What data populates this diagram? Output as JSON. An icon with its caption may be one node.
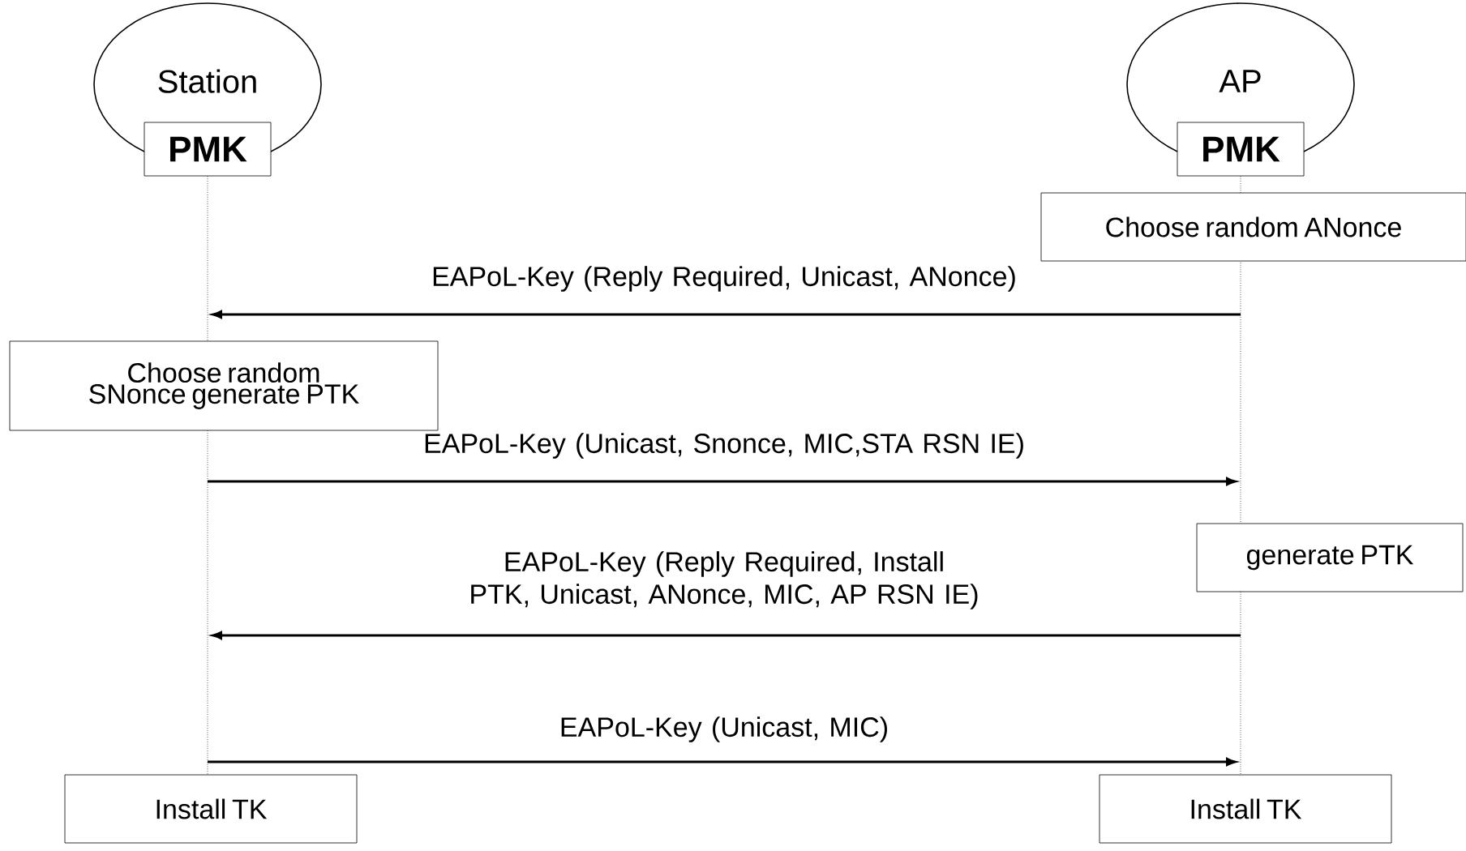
{
  "diagram": {
    "nodes": [
      {
        "text": [
          "Station"
        ]
      },
      {
        "text": [
          "PMK"
        ]
      },
      {
        "text": [
          "AP"
        ]
      },
      {
        "text": [
          "PMK"
        ]
      },
      {
        "text": [
          "Choose random ANonce"
        ]
      },
      {
        "text": [
          "Choose random SNonce generate PTK"
        ]
      },
      {
        "text": [
          "generate PTK"
        ]
      },
      {
        "text": [
          "Install TK"
        ]
      },
      {
        "text": [
          "Install TK"
        ]
      },
      {
        "text": [],
        "shape": "line"
      },
      {
        "text": [],
        "shape": "line"
      }
    ],
    "edges": [
      {
        "from": 10,
        "to": 9,
        "arrow": "to",
        "label": "EAPoL-Key (Reply Required, Unicast, ANonce)"
      },
      {
        "from": 9,
        "to": 10,
        "arrow": "to",
        "label": "EAPoL-Key (Unicast, Snonce, MIC,STA RSN IE)"
      },
      {
        "from": 10,
        "to": 9,
        "arrow": "to",
        "label": "EAPoL-Key (Reply Required, Install PTK, Unicast, ANonce, MIC, AP RSN IE)"
      },
      {
        "from": 9,
        "to": 10,
        "arrow": "to",
        "label": "EAPoL-Key (Unicast, MIC)"
      }
    ]
  }
}
